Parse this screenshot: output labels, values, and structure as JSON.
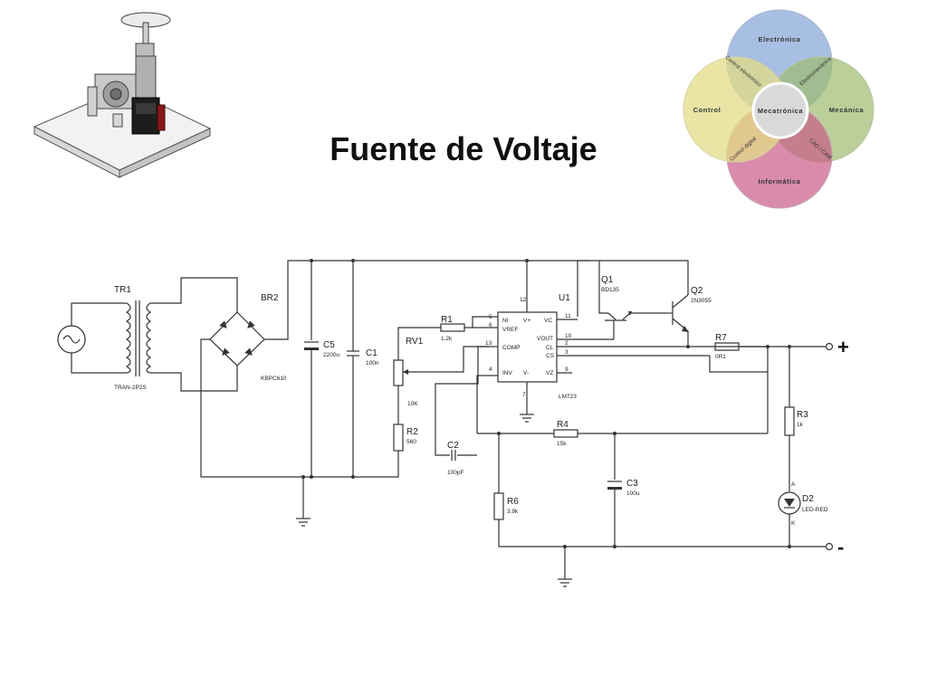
{
  "slide": {
    "title": "Fuente de Voltaje"
  },
  "venn": {
    "circles": [
      "Electrónica",
      "Mecánica",
      "Informática",
      "Control"
    ],
    "center": "Mecatrónica",
    "overlaps": [
      "Control electrónico",
      "Electromecánica",
      "CAD / CAM",
      "Control digital"
    ]
  },
  "schematic": {
    "tr1": {
      "ref": "TR1",
      "value": "TRAN-2P2S"
    },
    "br2": {
      "ref": "BR2",
      "value": "KBPC610"
    },
    "c5": {
      "ref": "C5",
      "value": "2200u"
    },
    "c1": {
      "ref": "C1",
      "value": "100n"
    },
    "rv1": {
      "ref": "RV1",
      "value": "10K"
    },
    "r1": {
      "ref": "R1",
      "value": "1.2k"
    },
    "r2": {
      "ref": "R2",
      "value": "560"
    },
    "c2": {
      "ref": "C2",
      "value": "100pF"
    },
    "u1": {
      "ref": "U1",
      "value": "LM723",
      "pins": {
        "ni": "NI",
        "vref": "VREF",
        "comp": "COMP",
        "inv": "INV",
        "vp": "V+",
        "vm": "V-",
        "vc": "VC",
        "vout": "VOUT",
        "cl": "CL",
        "cs": "CS",
        "vz": "VZ"
      },
      "pin_numbers": {
        "p12": "12",
        "p11": "11",
        "p5": "5",
        "p6": "6",
        "p10": "10",
        "p2": "2",
        "p3": "3",
        "p13": "13",
        "p4": "4",
        "p9": "9",
        "p7": "7"
      }
    },
    "q1": {
      "ref": "Q1",
      "value": "BD135"
    },
    "q2": {
      "ref": "Q2",
      "value": "2N3055"
    },
    "r7": {
      "ref": "R7",
      "value": "0R1"
    },
    "r4": {
      "ref": "R4",
      "value": "15k"
    },
    "r3": {
      "ref": "R3",
      "value": "1k"
    },
    "c3": {
      "ref": "C3",
      "value": "100u"
    },
    "r6": {
      "ref": "R6",
      "value": "3.9k"
    },
    "d2": {
      "ref": "D2",
      "value": "LED-RED",
      "anode": "A",
      "cathode": "K"
    },
    "terminals": {
      "plus": "+",
      "minus": "-"
    }
  }
}
